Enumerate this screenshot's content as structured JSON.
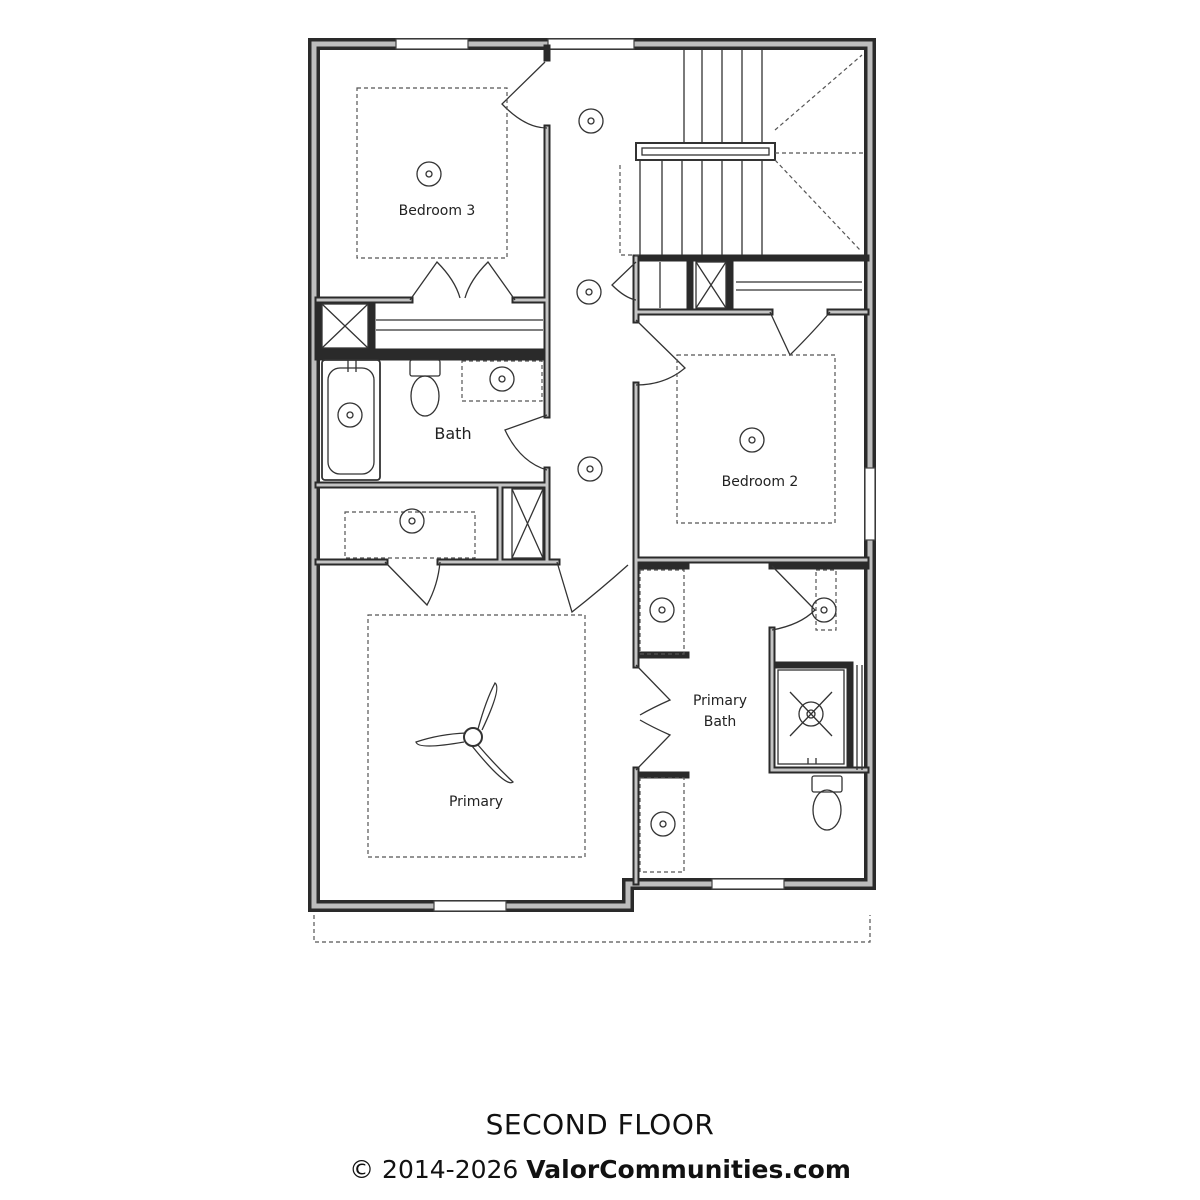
{
  "plan": {
    "title": "SECOND FLOOR",
    "copyright": "© 2014-2026",
    "brand": "ValorCommunities.com",
    "rooms": {
      "bedroom3": "Bedroom 3",
      "bath": "Bath",
      "bedroom2": "Bedroom 2",
      "primary_bath_line1": "Primary",
      "primary_bath_line2": "Bath",
      "primary": "Primary"
    }
  }
}
